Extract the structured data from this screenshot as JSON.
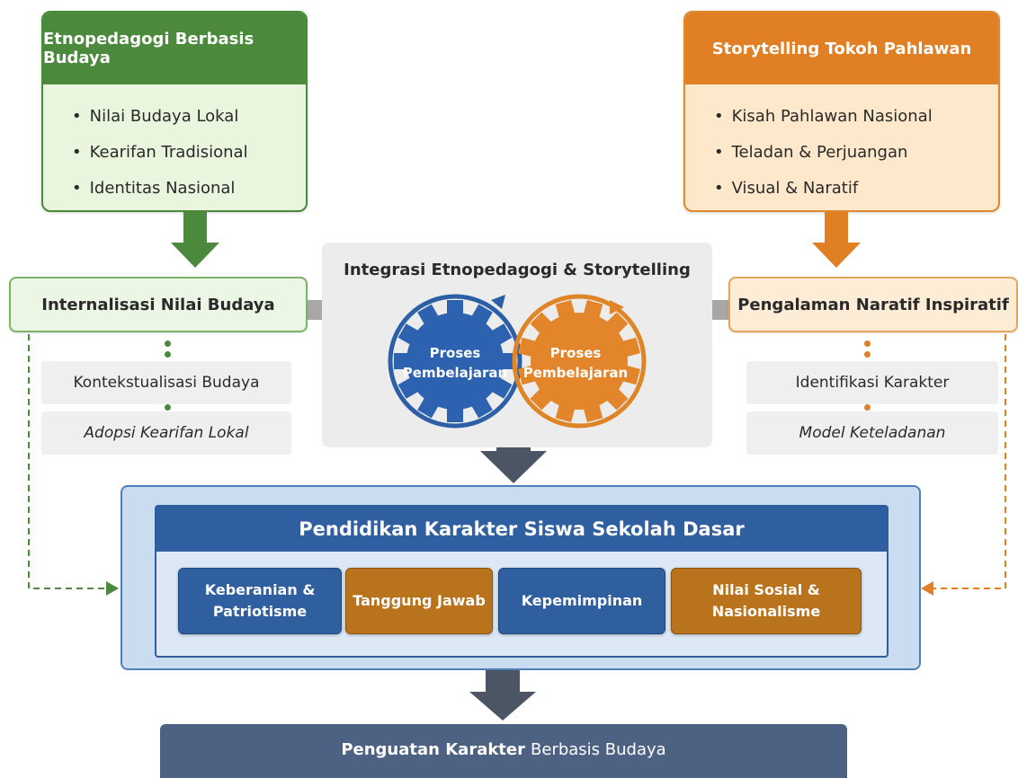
{
  "etnopedagogi": {
    "title": "Etnopedagogi Berbasis Budaya",
    "items": [
      "Nilai Budaya Lokal",
      "Kearifan Tradisional",
      "Identitas Nasional"
    ]
  },
  "storytelling": {
    "title": "Storytelling Tokoh Pahlawan",
    "items": [
      "Kisah Pahlawan Nasional",
      "Teladan & Perjuangan",
      "Visual & Naratif"
    ]
  },
  "left_stage": {
    "title": "Internalisasi Nilai Budaya",
    "steps": [
      "Kontekstualisasi Budaya",
      "Adopsi Kearifan Lokal"
    ]
  },
  "right_stage": {
    "title": "Pengalaman Naratif Inspiratif",
    "steps": [
      "Identifikasi Karakter",
      "Model Keteladanan"
    ]
  },
  "integration": {
    "title": "Integrasi Etnopedagogi & Storytelling",
    "gear_left": [
      "Proses",
      "Pembelajaran"
    ],
    "gear_right": [
      "Proses",
      "Pembelajaran"
    ]
  },
  "main": {
    "title": "Pendidikan Karakter Siswa Sekolah Dasar",
    "traits": [
      [
        "Keberanian &",
        "Patriotisme"
      ],
      [
        "Tanggung Jawab"
      ],
      [
        "Kepemimpinan"
      ],
      [
        "Nilai Sosial &",
        "Nasionalisme"
      ]
    ]
  },
  "result": {
    "bold": "Penguatan Karakter",
    "rest": "Berbasis Budaya"
  },
  "colors": {
    "green": "#4b8a3c",
    "orange": "#e17f25",
    "blue": "#2f5fa0",
    "gold": "#b9731c",
    "slate": "#4d6283"
  }
}
